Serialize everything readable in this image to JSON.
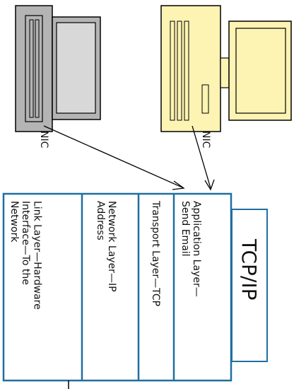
{
  "diagram": {
    "title": "TCP/IP",
    "nic_left": "NIC",
    "nic_right": "NIC",
    "layers": [
      {
        "text": "Application Layer—\nSend Email"
      },
      {
        "text": "Transport Layer—TCP"
      },
      {
        "text": "Network Layer—IP\nAddress"
      },
      {
        "text": "Link Layer—Hardware\nInterface—To the\nNetwork"
      }
    ]
  },
  "colors": {
    "box_border": "#1f6fa0",
    "computer_left_fill": "#b4b4b4",
    "computer_left_screen": "#d8d8d8",
    "computer_right_fill": "#fdf3b3",
    "stroke": "#000000"
  }
}
